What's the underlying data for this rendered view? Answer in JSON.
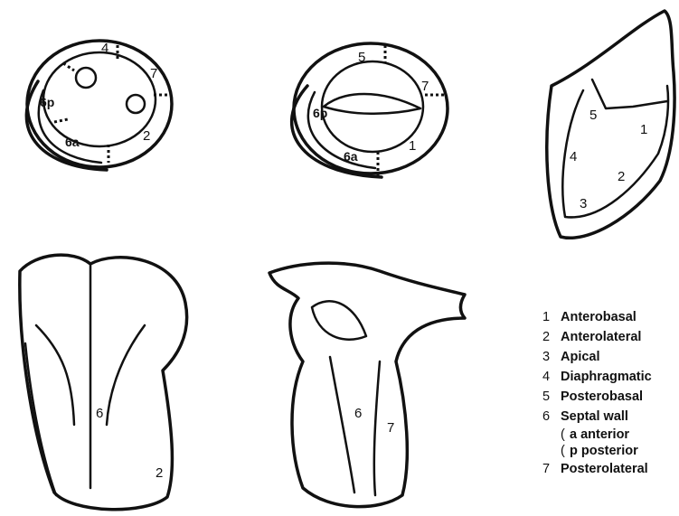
{
  "diagram": {
    "segment_labels": {
      "s1": "1",
      "s2": "2",
      "s3": "3",
      "s4": "4",
      "s5": "5",
      "s6": "6",
      "s7": "7",
      "s6a": "6a",
      "s6p": "6p"
    },
    "legend": [
      {
        "num": "1",
        "text": "Anterobasal"
      },
      {
        "num": "2",
        "text": "Anterolateral"
      },
      {
        "num": "3",
        "text": "Apical"
      },
      {
        "num": "4",
        "text": "Diaphragmatic"
      },
      {
        "num": "5",
        "text": "Posterobasal"
      },
      {
        "num": "6",
        "text": "Septal wall"
      },
      {
        "num": "7",
        "text": "Posterolateral"
      }
    ],
    "legend_sub": [
      {
        "bracket": "(",
        "text": "a  anterior"
      },
      {
        "bracket": "(",
        "text": "p  posterior"
      }
    ]
  }
}
